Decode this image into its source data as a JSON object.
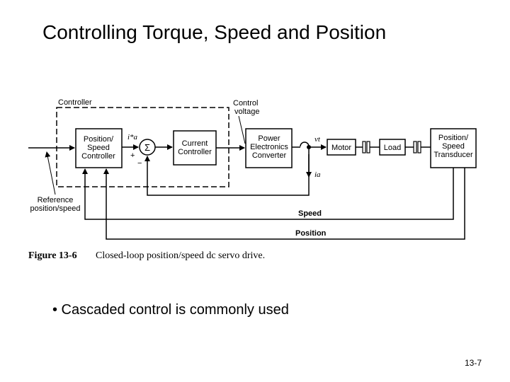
{
  "slide": {
    "title": "Controlling Torque, Speed and Position",
    "bullet": "• Cascaded control is commonly used",
    "page_number": "13-7"
  },
  "diagram": {
    "controller_label": "Controller",
    "control_voltage": [
      "Control",
      "voltage"
    ],
    "pos_speed_controller": [
      "Position/",
      "Speed",
      "Controller"
    ],
    "current_controller": [
      "Current",
      "Controller"
    ],
    "pe_converter": [
      "Power",
      "Electronics",
      "Converter"
    ],
    "motor": "Motor",
    "load": "Load",
    "transducer": [
      "Position/",
      "Speed",
      "Transducer"
    ],
    "reference": [
      "Reference",
      "position/speed"
    ],
    "speed": "Speed",
    "position": "Position",
    "sigma": "Σ",
    "plus": "+",
    "minus": "−",
    "ia_ref": "i*a",
    "ia": "ia",
    "vt": "vt"
  },
  "caption": {
    "figure": "Figure 13-6",
    "text": "Closed-loop position/speed dc servo drive."
  }
}
